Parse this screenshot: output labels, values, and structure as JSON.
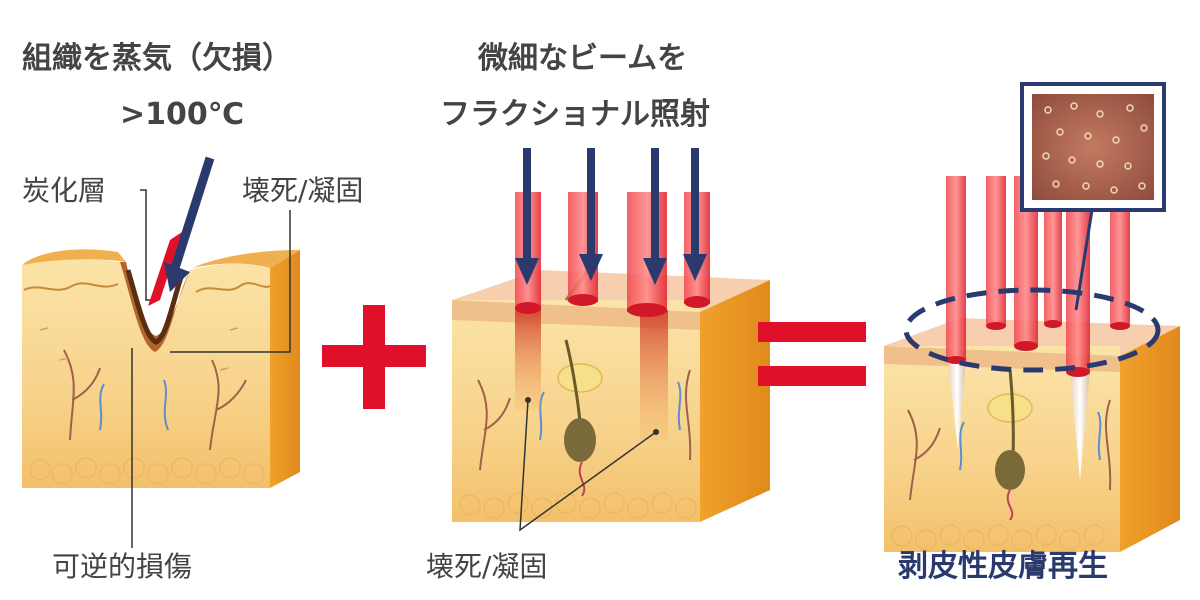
{
  "panel_left": {
    "heading_line1": "組織を蒸気（欠損）",
    "heading_line2": ">100℃",
    "label_carbonized": "炭化層",
    "label_necrosis": "壊死/凝固",
    "label_reversible": "可逆的損傷"
  },
  "panel_middle": {
    "heading_line1": "微細なビームを",
    "heading_line2": "フラクショナル照射",
    "label_necrosis": "壊死/凝固"
  },
  "panel_right": {
    "label_result": "剥皮性皮膚再生"
  },
  "colors": {
    "navy": "#2a3a6e",
    "red": "#e0102a",
    "skin_yellow": "#f7d28a",
    "skin_dark": "#f0a02c",
    "beam_red": "#e8303a",
    "label_grey": "#444444"
  },
  "icons": [
    "plus-sign-icon",
    "equals-sign-icon",
    "laser-arrow-icon",
    "skin-photo-inset"
  ]
}
